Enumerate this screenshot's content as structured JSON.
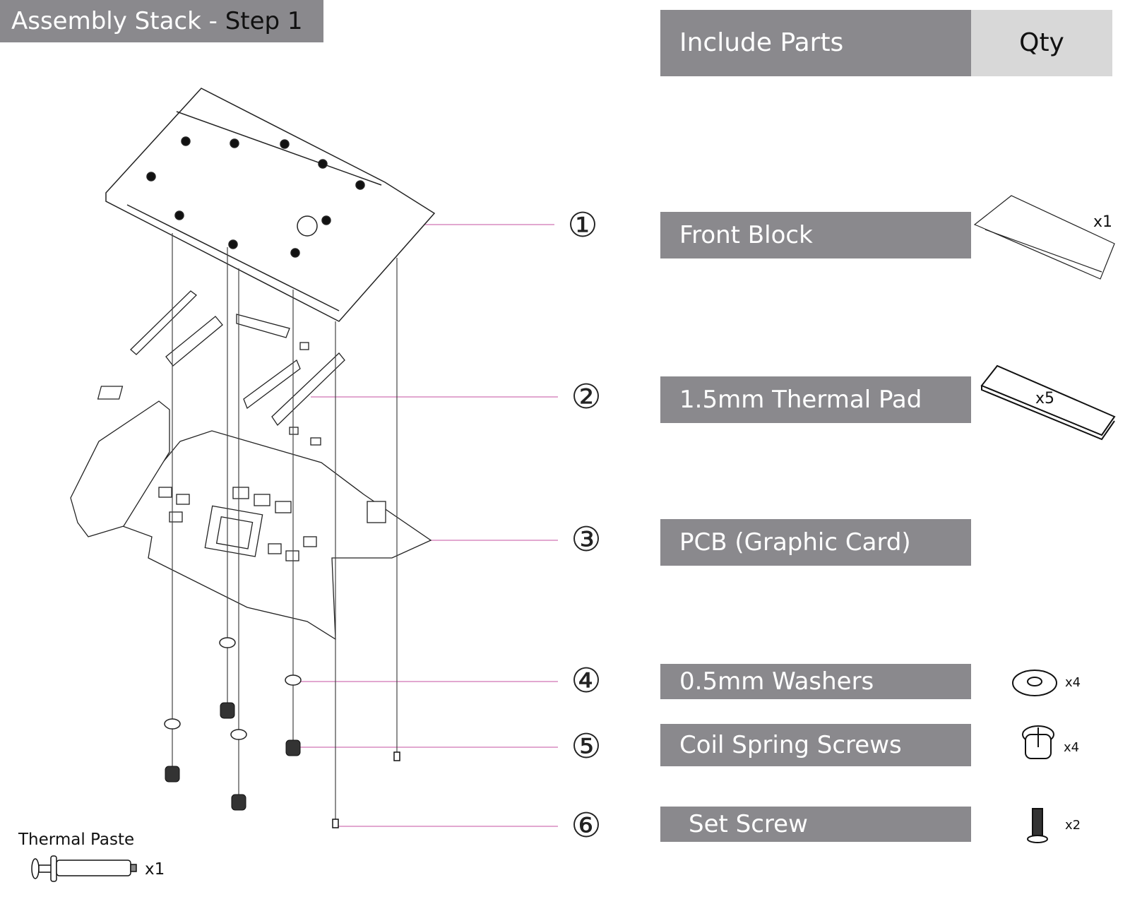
{
  "title": {
    "prefix": "Assembly Stack - ",
    "step": "Step 1"
  },
  "table": {
    "header_parts": "Include Parts",
    "header_qty": "Qty"
  },
  "parts": [
    {
      "number": "①",
      "label": "Front Block",
      "qty": "x1",
      "icon": "front-block-icon"
    },
    {
      "number": "②",
      "label": "1.5mm Thermal Pad",
      "qty": "x5",
      "icon": "thermal-pad-icon"
    },
    {
      "number": "③",
      "label": "PCB (Graphic Card)",
      "qty": "",
      "icon": "pcb-icon"
    },
    {
      "number": "④",
      "label": "0.5mm Washers",
      "qty": "x4",
      "icon": "washer-icon"
    },
    {
      "number": "⑤",
      "label": "Coil Spring Screws",
      "qty": "x4",
      "icon": "spring-screw-icon"
    },
    {
      "number": "⑥",
      "label": "Set Screw",
      "qty": "x2",
      "icon": "set-screw-icon"
    }
  ],
  "thermal_paste": {
    "label": "Thermal Paste",
    "qty": "x1"
  },
  "colors": {
    "bar": "#8a898d",
    "qty_header": "#d8d8d8",
    "leader": "#d98bc0"
  }
}
